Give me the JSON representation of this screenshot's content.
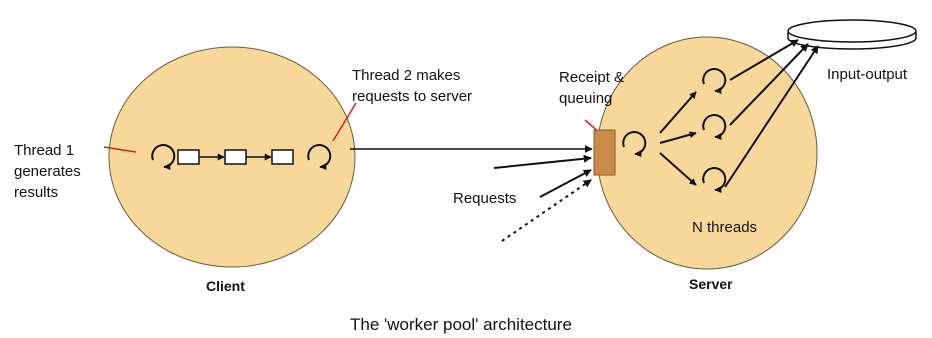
{
  "labels": {
    "thread1": [
      "Thread 1",
      "generates",
      "results"
    ],
    "thread2": [
      "Thread 2 makes",
      "requests to server"
    ],
    "receipt": [
      "Receipt &",
      "queuing"
    ],
    "requests": "Requests",
    "io": "Input-output",
    "nthreads": "N threads",
    "client": "Client",
    "server": "Server",
    "caption": "The 'worker pool' architecture"
  },
  "colors": {
    "ellipse_fill": "#f8d79a",
    "ellipse_stroke": "#6b5b3f",
    "queue_fill": "#c98a4a",
    "callout": "#d81e1e",
    "arrow": "#111111"
  },
  "icons": [
    "cycle-arrow-icon",
    "disk-icon"
  ]
}
